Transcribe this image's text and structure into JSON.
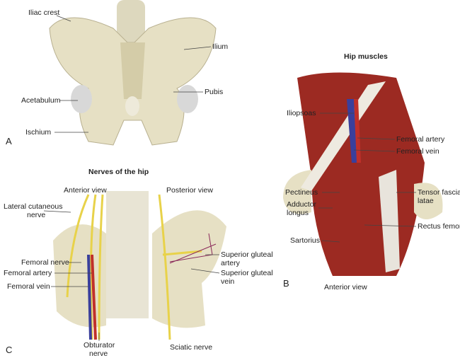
{
  "colors": {
    "bone": "#e6e0c4",
    "bone_shade": "#c9c2a0",
    "muscle": "#9c2a22",
    "muscle_light": "#c0473a",
    "tendon": "#eeeae0",
    "nerve": "#e8d24a",
    "artery": "#c0302a",
    "vein": "#3a3f9c"
  },
  "panel_a": {
    "letter": "A",
    "labels": {
      "iliac_crest": "Iliac crest",
      "ilium": "Ilium",
      "acetabulum": "Acetabulum",
      "pubis": "Pubis",
      "ischium": "Ischium"
    }
  },
  "panel_b": {
    "letter": "B",
    "title": "Hip muscles",
    "view": "Anterior view",
    "labels": {
      "iliopsoas": "Iliopsoas",
      "femoral_artery": "Femoral artery",
      "femoral_vein": "Femoral vein",
      "pectineus": "Pectineus",
      "adductor_longus_1": "Adductor",
      "adductor_longus_2": "longus",
      "tensor_1": "Tensor fascia",
      "tensor_2": "latae",
      "rectus_femoris": "Rectus femoris",
      "sartorius": "Sartorius"
    }
  },
  "panel_c": {
    "letter": "C",
    "title": "Nerves of the hip",
    "anterior_view": "Anterior view",
    "posterior_view": "Posterior view",
    "labels": {
      "lateral_cutaneous_1": "Lateral cutaneous",
      "lateral_cutaneous_2": "nerve",
      "femoral_nerve": "Femoral nerve",
      "femoral_artery": "Femoral artery",
      "femoral_vein": "Femoral vein",
      "obturator_1": "Obturator",
      "obturator_2": "nerve",
      "sciatic_nerve": "Sciatic nerve",
      "sup_gluteal_artery_1": "Superior gluteal",
      "sup_gluteal_artery_2": "artery",
      "sup_gluteal_vein_1": "Superior gluteal",
      "sup_gluteal_vein_2": "vein"
    }
  }
}
